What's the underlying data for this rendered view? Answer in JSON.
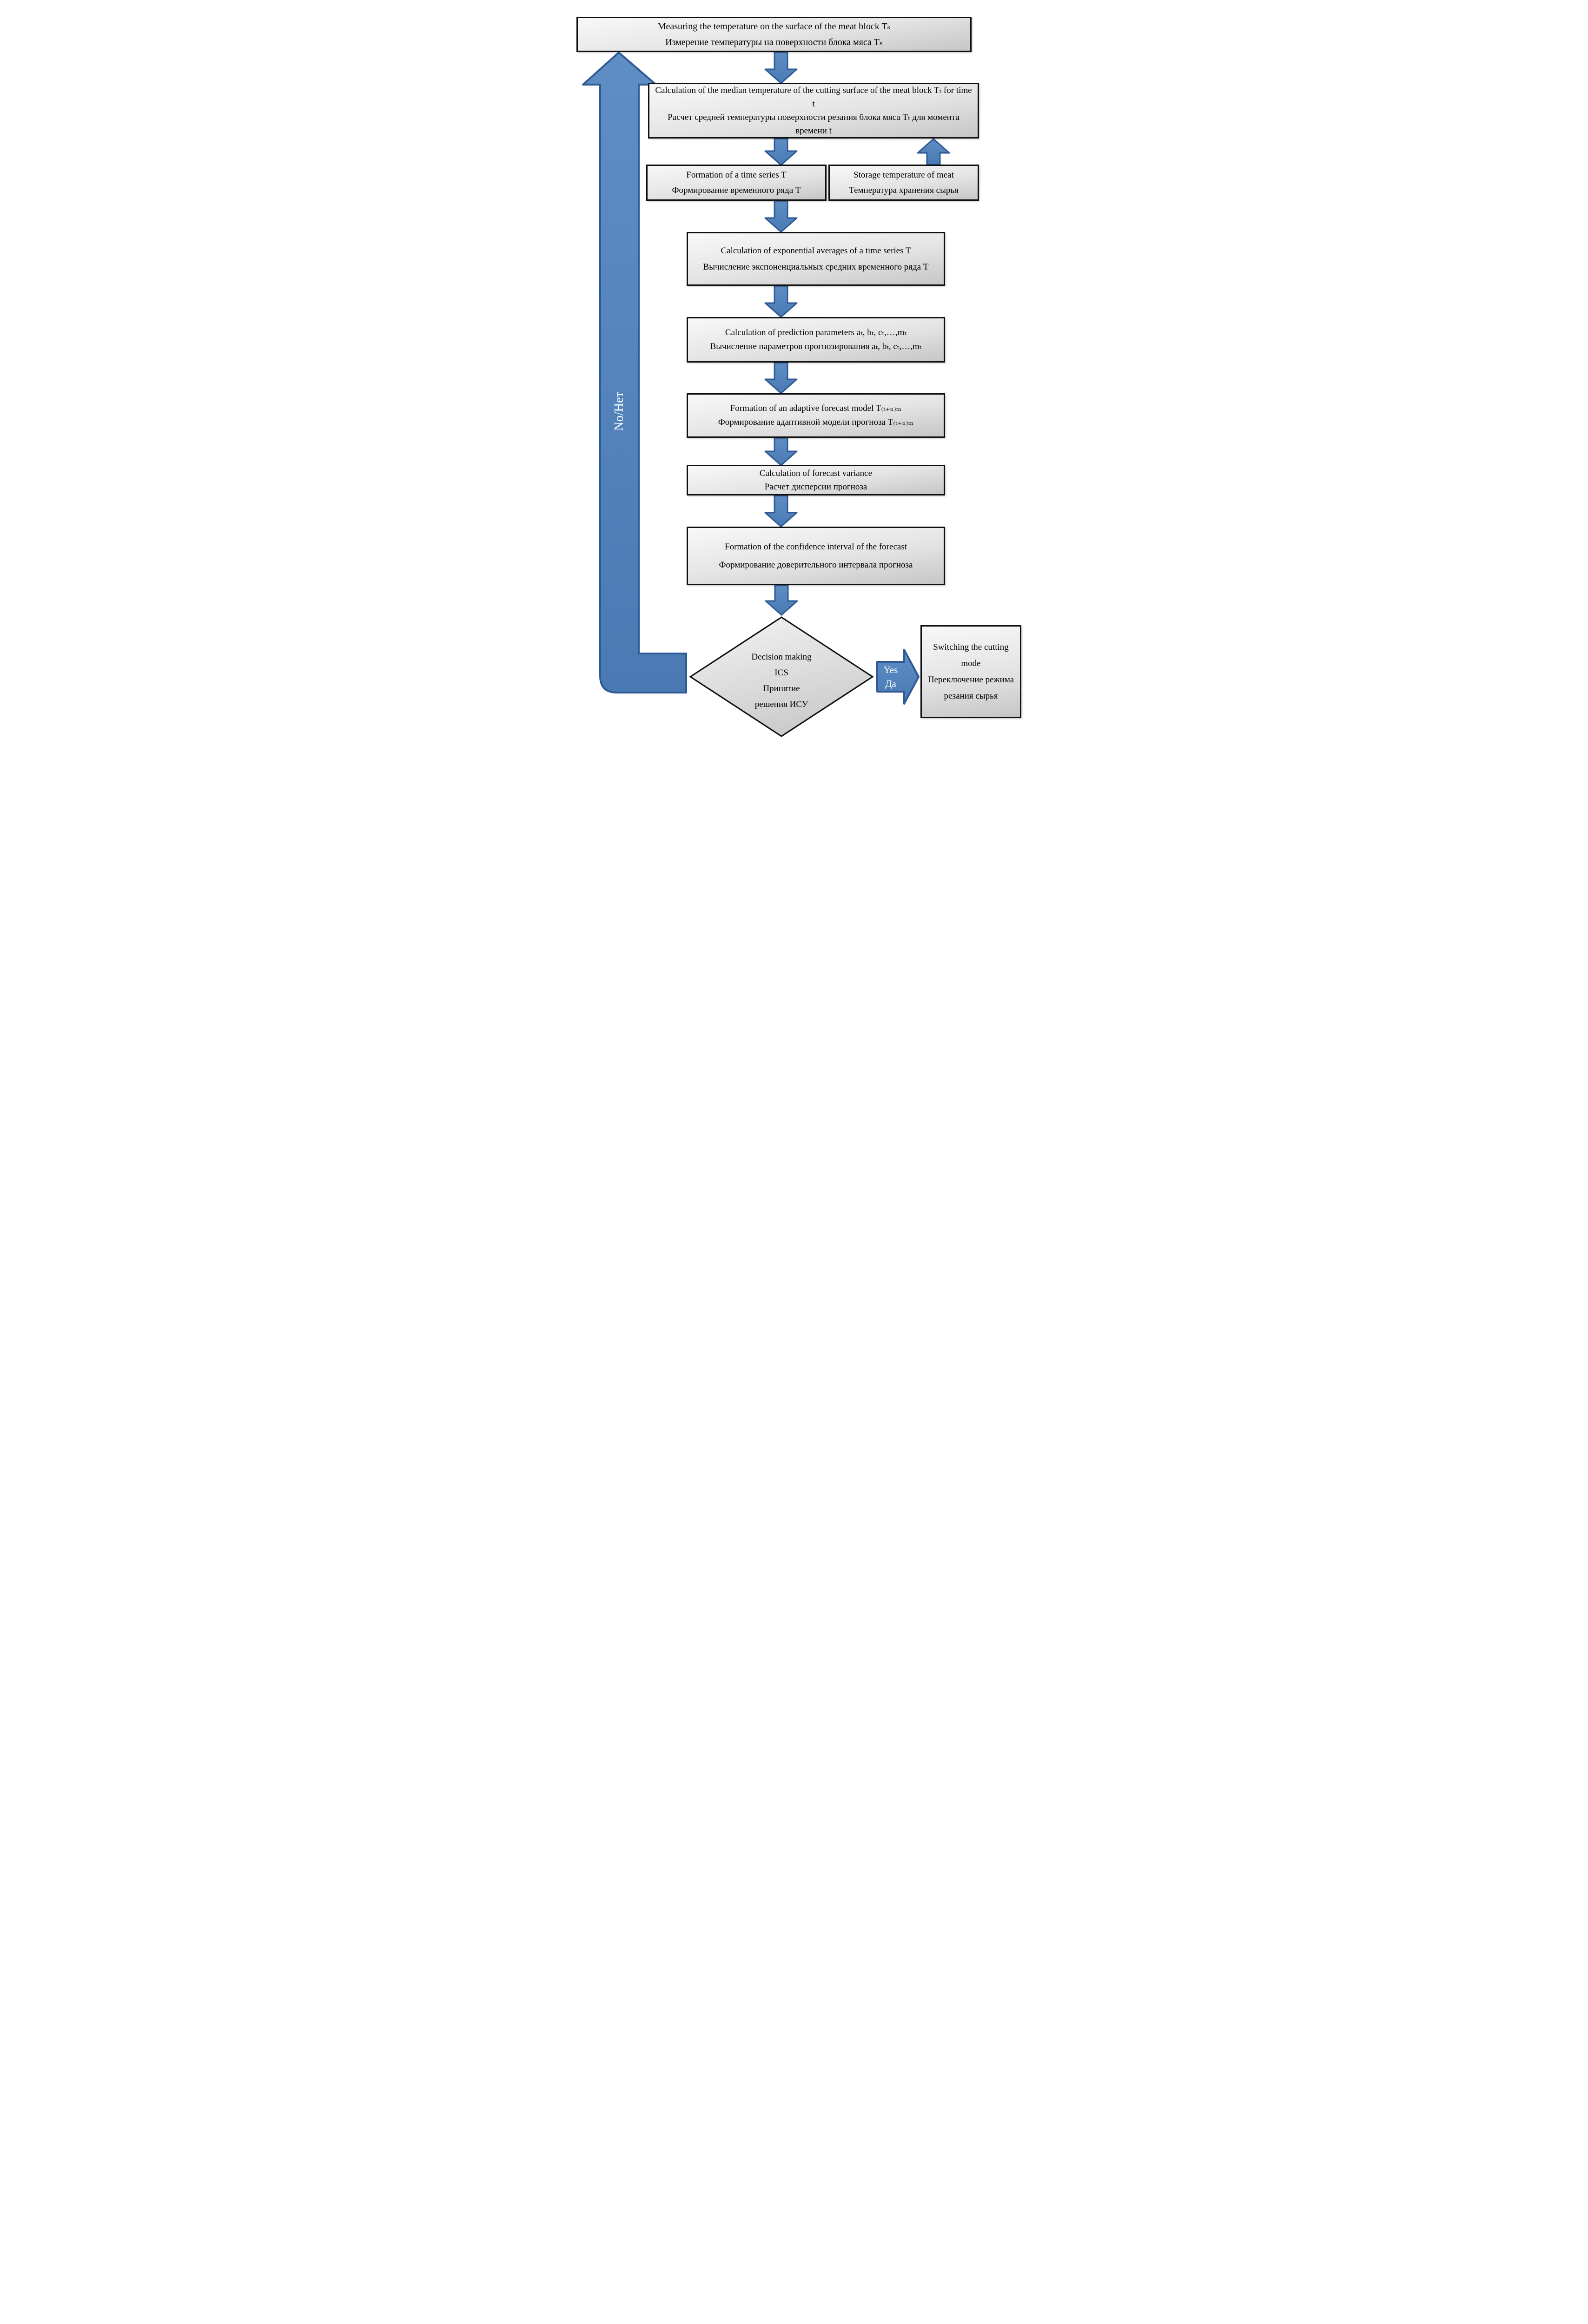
{
  "diagram": {
    "type": "flowchart",
    "language": "bilingual-en-ru",
    "nodes": {
      "measure": {
        "en": "Measuring the temperature on the surface of the meat block Tₛ",
        "ru": "Измерение температуры на поверхности блока мяса Тₛ"
      },
      "median": {
        "en": "Calculation of the median temperature of the cutting surface of the meat block Tₜ for time t",
        "ru": "Расчет средней температуры поверхности резания блока мяса Тₜ для момента времени t"
      },
      "time_series": {
        "en": "Formation of a time series T",
        "ru": "Формирование временного ряда Т"
      },
      "storage": {
        "en": "Storage temperature of meat",
        "ru": "Температура хранения сырья"
      },
      "exp_averages": {
        "en": "Calculation of exponential averages of a time series T",
        "ru": "Вычисление экспоненциальных средних временного ряда Т"
      },
      "parameters": {
        "en": "Calculation of prediction parameters aₜ, bₜ, cₜ,…,mₜ",
        "ru": "Вычисление параметров прогнозирования aₜ, bₜ, cₜ,…,mₜ"
      },
      "model": {
        "en": "Formation of an adaptive forecast model T₍ₜ₊ₙ₎ₘ",
        "ru": "Формирование адаптивной модели прогноза T₍ₜ₊ₙ₎ₘ"
      },
      "variance": {
        "en": "Calculation of forecast variance",
        "ru": "Расчет дисперсии прогноза"
      },
      "confidence": {
        "en": "Formation of the confidence interval of the forecast",
        "ru": "Формирование доверительного интервала прогноза"
      },
      "decision": {
        "line1": "Decision making",
        "line2": "ICS",
        "line3": "Принятие",
        "line4": "решения ИСУ"
      },
      "switch": {
        "en": "Switching the cutting mode",
        "ru": "Переключение режима резания сырья"
      }
    },
    "edge_labels": {
      "no": "No/Нет",
      "yes_en": "Yes",
      "yes_ru": "Да"
    },
    "colors": {
      "arrow_fill": "#4e7cb5",
      "arrow_stroke": "#2f5a94",
      "box_border": "#0f0f0f",
      "box_fill_top": "#f8f8f8",
      "box_fill_bottom": "#c6c6c6",
      "diamond_fill_top": "#f2f2f2",
      "diamond_fill_bottom": "#cfcfcf",
      "edge_label_text": "#ffffff",
      "box_text": "#000000"
    }
  }
}
